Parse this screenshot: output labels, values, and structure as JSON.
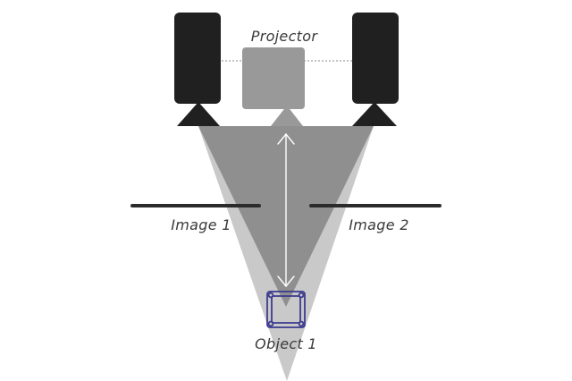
{
  "labels": {
    "projector": "Projector",
    "image_1": "Image 1",
    "image_2": "Image 2",
    "object_1": "Object 1"
  },
  "colors": {
    "background": "#ffffff",
    "camera": "#202020",
    "projector": "#999999",
    "projection_cone": "#c9c9c9",
    "camera_views": "#8f8f8f",
    "image_planes": "#2b2b2b",
    "arrow": "#ffffff",
    "object_outline": "#3b3b8f",
    "label_text": "#3a3a3a",
    "baseline": "#888888"
  },
  "icons": {
    "left_camera": "camera-icon",
    "right_camera": "camera-icon",
    "projector": "projector-icon",
    "object": "cube-icon"
  }
}
